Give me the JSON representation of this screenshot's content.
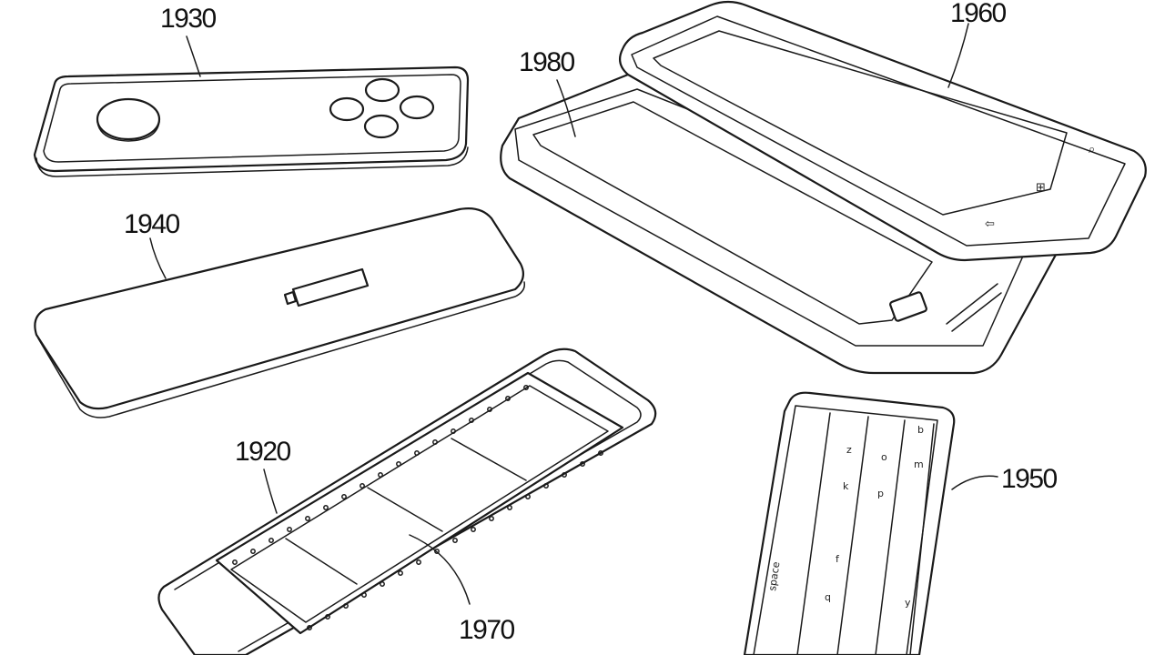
{
  "figure": {
    "labels": {
      "l1930": "1930",
      "l1940": "1940",
      "l1920": "1920",
      "l1960": "1960",
      "l1980": "1980",
      "l1950": "1950",
      "l1970": "1970"
    },
    "keyboard": {
      "space": "space",
      "keys": [
        "b",
        "m",
        "o",
        "p",
        "z",
        "k",
        "f",
        "y",
        "q"
      ]
    },
    "phone_buttons": {
      "back": "⇦",
      "home": "⊞",
      "search": "⌕"
    }
  }
}
